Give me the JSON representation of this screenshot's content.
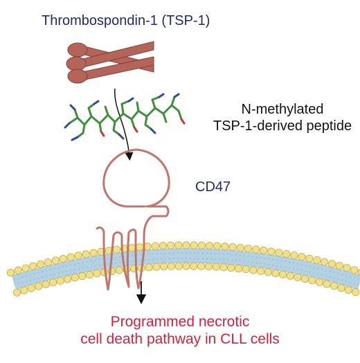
{
  "tsp": {
    "title": "Thrombospondin-1 (TSP-1)"
  },
  "peptide": {
    "line1": "N-methylated",
    "line2": "TSP-1-derived peptide"
  },
  "receptor": {
    "label": "CD47"
  },
  "outcome": {
    "line1": "Programmed necrotic",
    "line2": "cell death pathway in CLL cells"
  },
  "colors": {
    "tsp_protein": "#b4655a",
    "tsp_outline": "#8a3e34",
    "peptide_green": "#3f8f3a",
    "peptide_blue": "#2d4b9a",
    "cd47": "#c0766b",
    "lipid_head": "#efe089",
    "lipid_head_edge": "#c2aa44",
    "membrane_core": "#b3d1e3",
    "label_blue": "#1f2a6b",
    "label_red": "#d4213d"
  },
  "icons": [
    "tsp1-trimer-icon",
    "peptide-molecule-icon",
    "cd47-receptor-icon",
    "lipid-bilayer-icon"
  ]
}
